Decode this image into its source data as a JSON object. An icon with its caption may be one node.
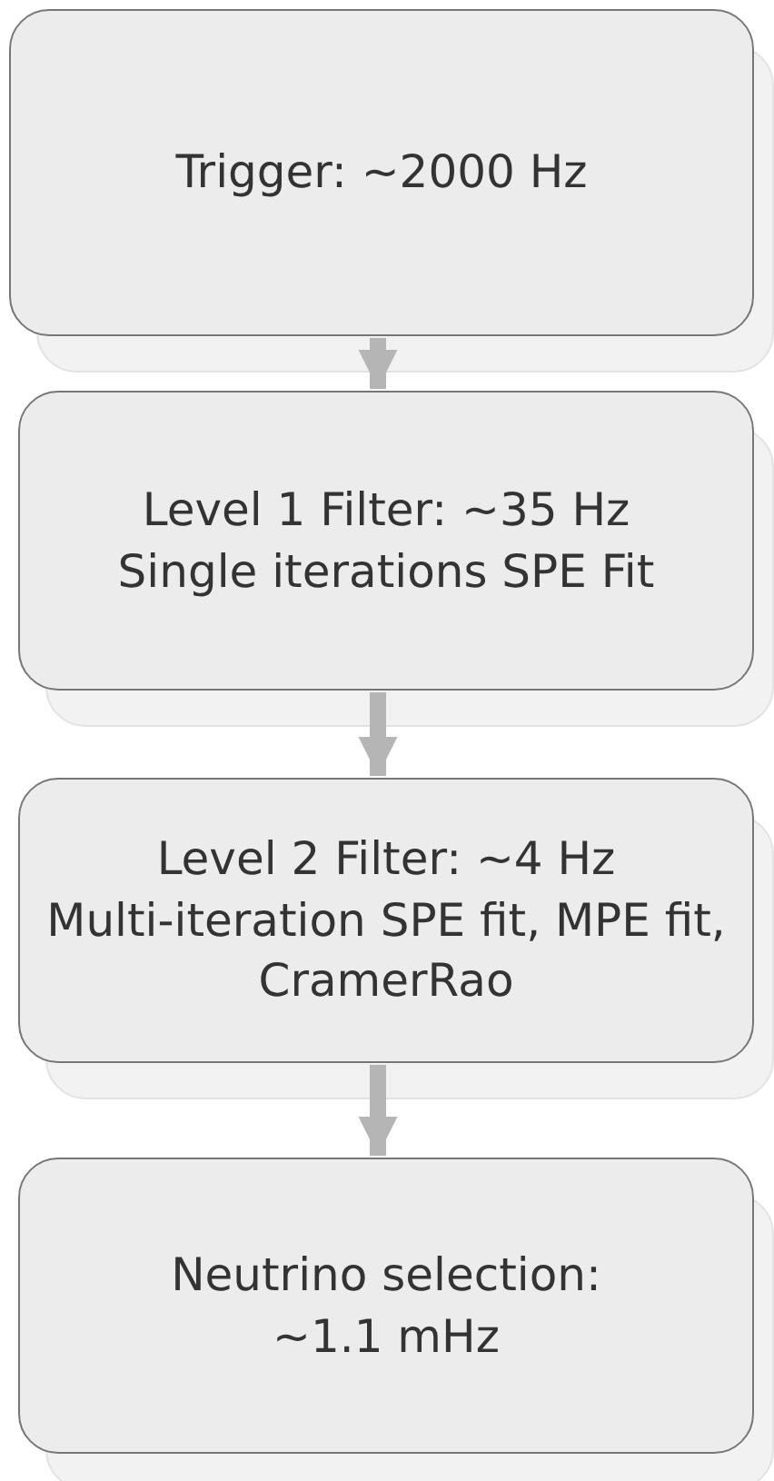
{
  "diagram": {
    "nodes": [
      {
        "text": [
          "Trigger: ~2000 Hz"
        ]
      },
      {
        "text": [
          "Level 1 Filter: ~35 Hz",
          "Single iterations SPE Fit"
        ]
      },
      {
        "text": [
          "Level 2 Filter: ~4 Hz",
          "Multi-iteration SPE fit, MPE fit, CramerRao"
        ]
      },
      {
        "text": [
          "Neutrino selection:",
          "~1.1 mHz"
        ]
      }
    ],
    "edges": [
      {
        "from": 0,
        "to": 1,
        "arrow": "to"
      },
      {
        "from": 1,
        "to": 2,
        "arrow": "to"
      },
      {
        "from": 2,
        "to": 3,
        "arrow": "to"
      }
    ]
  }
}
